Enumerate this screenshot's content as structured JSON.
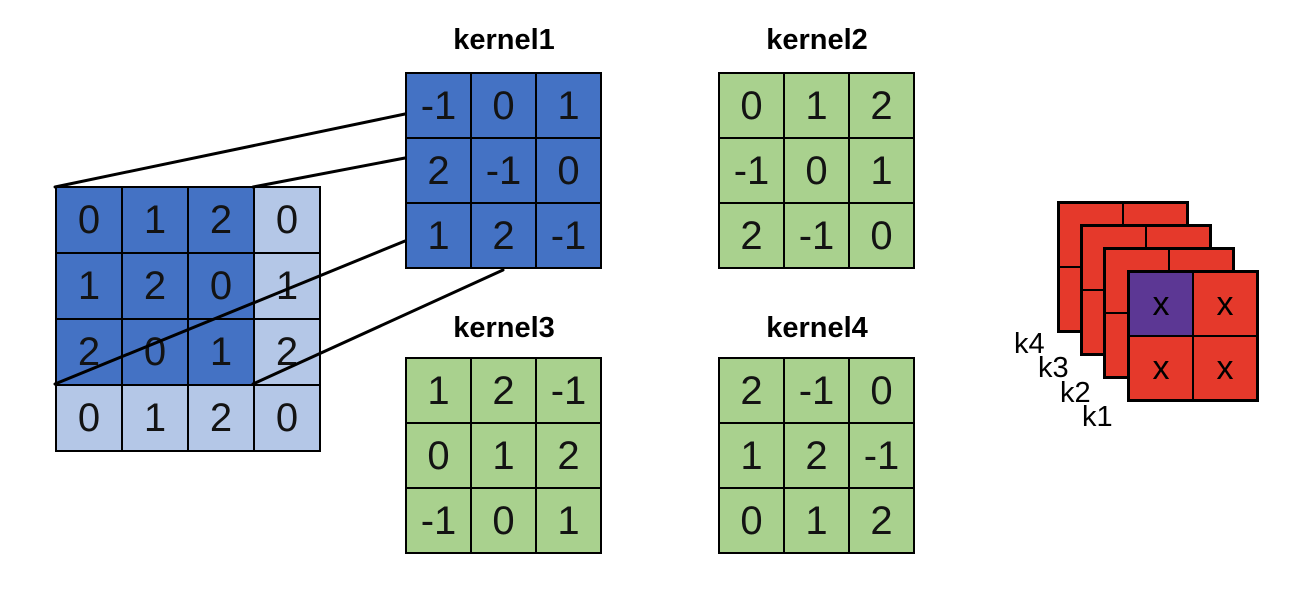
{
  "colors": {
    "dark-blue": "#4472C4",
    "light-blue": "#B4C7E7",
    "green": "#A9D18E",
    "red": "#E5392B",
    "purple": "#5C3794",
    "line": "#000000",
    "text": "#131313"
  },
  "input_matrix": {
    "rows": [
      [
        "0",
        "1",
        "2",
        "0"
      ],
      [
        "1",
        "2",
        "0",
        "1"
      ],
      [
        "2",
        "0",
        "1",
        "2"
      ],
      [
        "0",
        "1",
        "2",
        "0"
      ]
    ],
    "highlight": {
      "rows": 3,
      "cols": 3
    }
  },
  "kernels": [
    {
      "name": "kernel1",
      "color": "blue",
      "rows": [
        [
          "-1",
          "0",
          "1"
        ],
        [
          "2",
          "-1",
          "0"
        ],
        [
          "1",
          "2",
          "-1"
        ]
      ]
    },
    {
      "name": "kernel2",
      "color": "green",
      "rows": [
        [
          "0",
          "1",
          "2"
        ],
        [
          "-1",
          "0",
          "1"
        ],
        [
          "2",
          "-1",
          "0"
        ]
      ]
    },
    {
      "name": "kernel3",
      "color": "green",
      "rows": [
        [
          "1",
          "2",
          "-1"
        ],
        [
          "0",
          "1",
          "2"
        ],
        [
          "-1",
          "0",
          "1"
        ]
      ]
    },
    {
      "name": "kernel4",
      "color": "green",
      "rows": [
        [
          "2",
          "-1",
          "0"
        ],
        [
          "1",
          "2",
          "-1"
        ],
        [
          "0",
          "1",
          "2"
        ]
      ]
    }
  ],
  "output_stack": {
    "labels": [
      "k4",
      "k3",
      "k2",
      "k1"
    ],
    "front_cells": [
      [
        "x",
        "x"
      ],
      [
        "x",
        "x"
      ]
    ],
    "back_cells": [
      [
        "",
        ""
      ],
      [
        "",
        ""
      ]
    ],
    "purple_cell": {
      "row": 0,
      "col": 0
    }
  }
}
